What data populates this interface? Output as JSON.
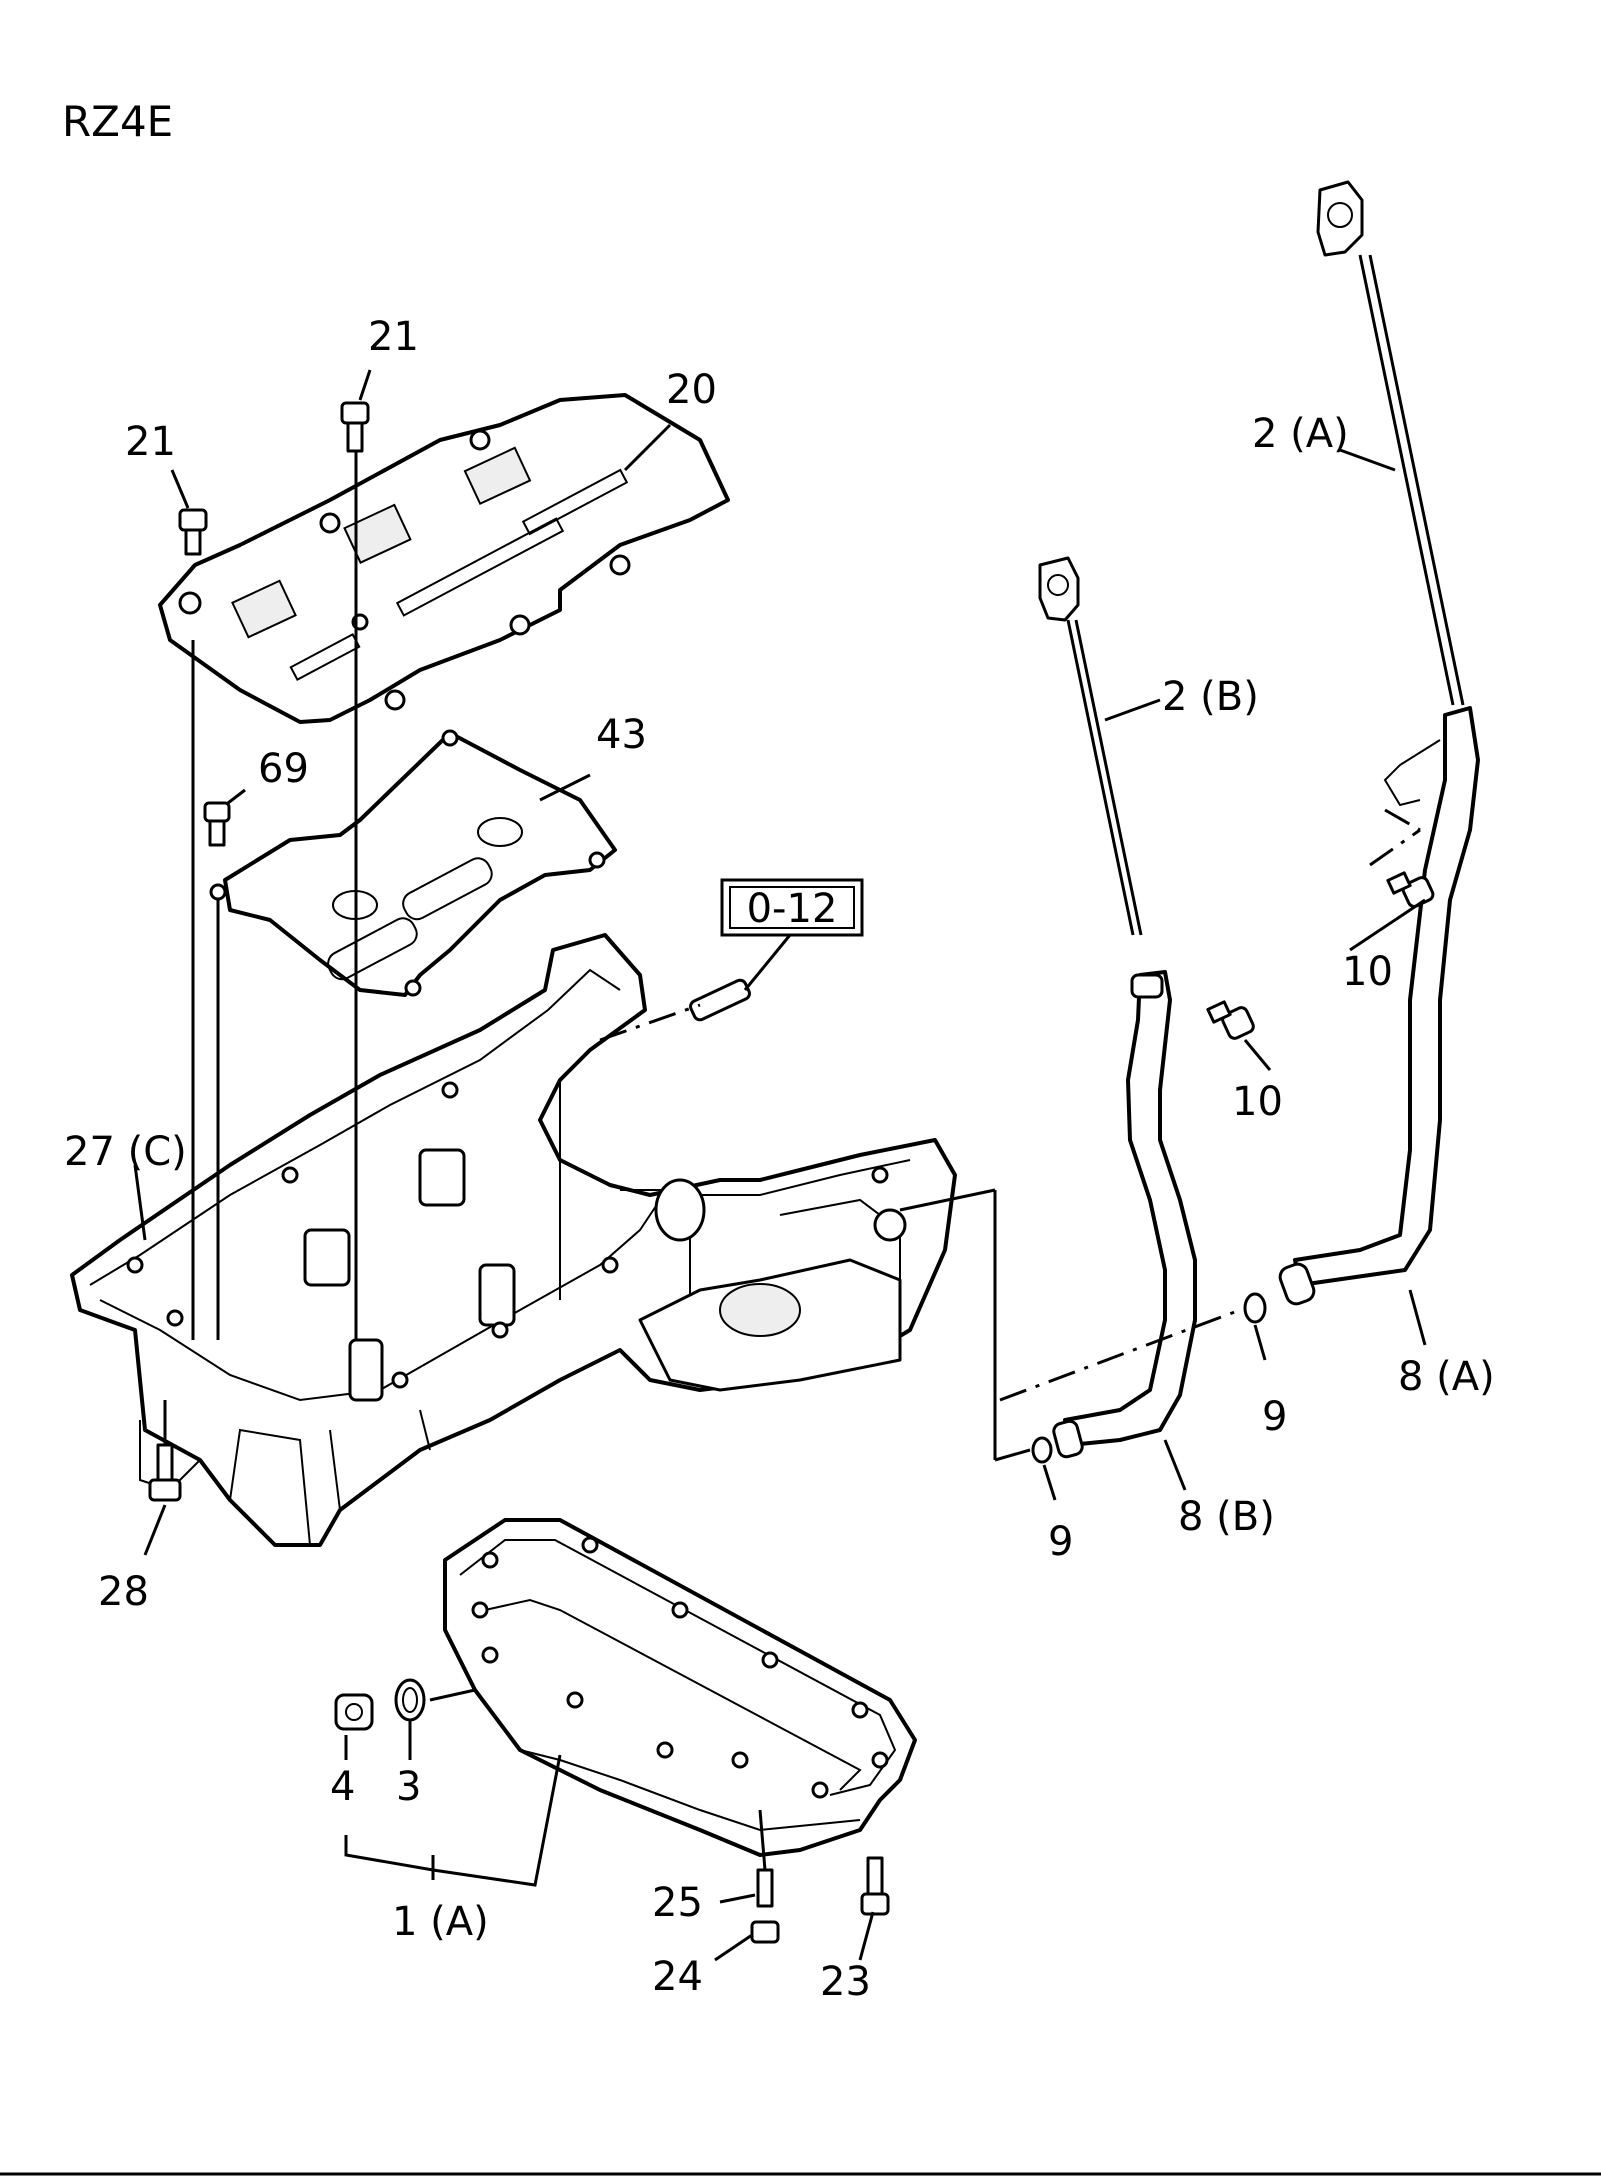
{
  "model_code": "RZ4E",
  "reference_box": "0-12",
  "callouts": {
    "c21a": "21",
    "c21b": "21",
    "c20": "20",
    "c43": "43",
    "c69": "69",
    "c2a": "2 (A)",
    "c2b": "2 (B)",
    "c10a": "10",
    "c10b": "10",
    "c27c": "27 (C)",
    "c28": "28",
    "c9a": "9",
    "c9b": "9",
    "c8a": "8 (A)",
    "c8b": "8 (B)",
    "c4": "4",
    "c3": "3",
    "c1a": "1 (A)",
    "c25": "25",
    "c24": "24",
    "c23": "23"
  },
  "parts": [
    "oil-pan-upper",
    "oil-pan-lower",
    "baffle-plate-20",
    "baffle-plate-43",
    "oil-level-gauge-a",
    "oil-level-gauge-b",
    "gauge-guide-tube-a",
    "gauge-guide-tube-b"
  ]
}
